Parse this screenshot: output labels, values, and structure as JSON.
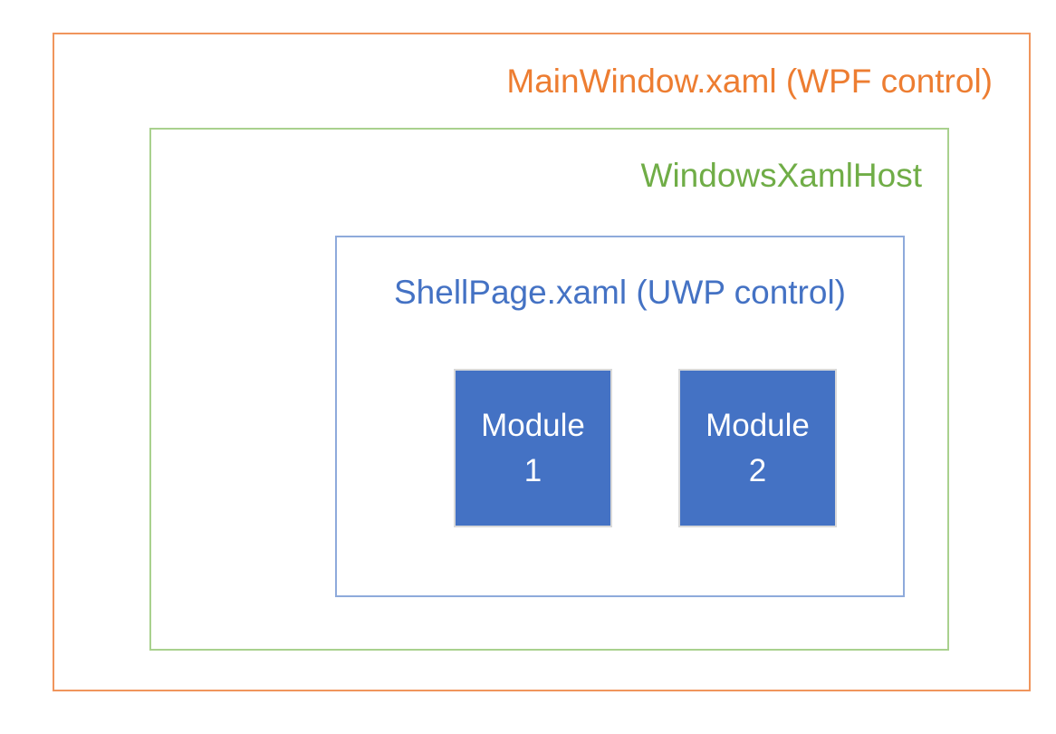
{
  "diagram": {
    "outer": {
      "label": "MainWindow.xaml (WPF control)"
    },
    "host": {
      "label": "WindowsXamlHost"
    },
    "shell": {
      "label": "ShellPage.xaml (UWP control)"
    },
    "modules": [
      {
        "line1": "Module",
        "line2": "1"
      },
      {
        "line1": "Module",
        "line2": "2"
      }
    ]
  },
  "colors": {
    "orange-text": "#ED7D31",
    "orange-border": "#F0955C",
    "green-text": "#70AD47",
    "green-border": "#A9D18E",
    "blue-text": "#4472C4",
    "blue-border": "#8EAADB",
    "module-fill": "#4472C4",
    "module-border": "#D9D9D9",
    "module-text": "#FFFFFF",
    "background": "#FFFFFF"
  }
}
